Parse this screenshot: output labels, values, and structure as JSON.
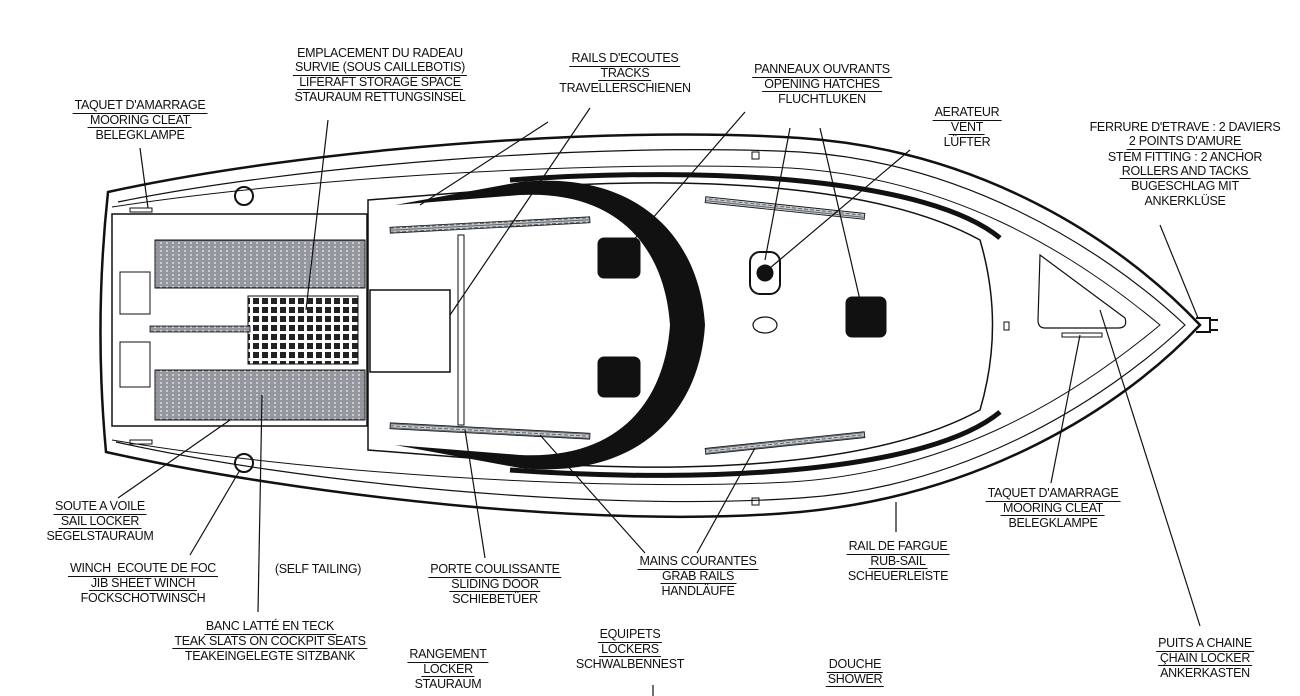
{
  "colors": {
    "ink": "#111111",
    "teak": "#8a8f95",
    "paper": "#ffffff"
  },
  "labels": {
    "mooring_cleat_stern": [
      "TAQUET D'AMARRAGE",
      "MOORING CLEAT",
      "BELEGKLAMPE"
    ],
    "liferaft": [
      "EMPLACEMENT DU RADEAU",
      "SURVIE (SOUS CAILLEBOTIS)",
      "LIFERAFT STORAGE SPACE",
      "STAURAUM RETTUNGSINSEL"
    ],
    "tracks": [
      "RAILS D'ECOUTES",
      "TRACKS",
      "TRAVELLERSCHIENEN"
    ],
    "hatches": [
      "PANNEAUX OUVRANTS",
      "OPENING HATCHES",
      "FLUCHTLUKEN"
    ],
    "vent": [
      "AERATEUR",
      "VENT",
      "LÜFTER"
    ],
    "stem_fitting": [
      "FERRURE D'ETRAVE : 2 DAVIERS",
      "2 POINTS D'AMURE",
      "STEM FITTING : 2 ANCHOR",
      "ROLLERS AND TACKS",
      "BUGESCHLAG MIT",
      "ANKERKLÜSE"
    ],
    "sail_locker": [
      "SOUTE A VOILE",
      "SAIL LOCKER",
      "SEGELSTAURAUM"
    ],
    "winch": [
      "WINCH  ECOUTE DE FOC",
      "JIB SHEET WINCH",
      "FOCKSCHOTWINSCH"
    ],
    "self_tailing": "(SELF TAILING)",
    "teak_slats": [
      "BANC LATTÉ EN TECK",
      "TEAK SLATS ON COCKPIT SEATS",
      "TEAKEINGELEGTE SITZBANK"
    ],
    "sliding_door": [
      "PORTE COULISSANTE",
      "SLIDING DOOR",
      "SCHIEBETÜER"
    ],
    "locker": [
      "RANGEMENT",
      "LOCKER",
      "STAURAUM"
    ],
    "lockers": [
      "EQUIPETS",
      "LOCKERS",
      "SCHWALBENNEST"
    ],
    "grab_rails": [
      "MAINS COURANTES",
      "GRAB RAILS",
      "HANDLÄUFE"
    ],
    "rub_rail": [
      "RAIL DE FARGUE",
      "RUB-SAIL",
      "SCHEUERLEISTE"
    ],
    "mooring_cleat_bow": [
      "TAQUET D'AMARRAGE",
      "MOORING CLEAT",
      "BELEGKLAMPE"
    ],
    "shower": [
      "DOUCHE",
      "SHOWER"
    ],
    "chain_locker": [
      "PUITS A CHAINE",
      "ÇHAIN LOCKER",
      "ANKERKASTEN"
    ]
  }
}
